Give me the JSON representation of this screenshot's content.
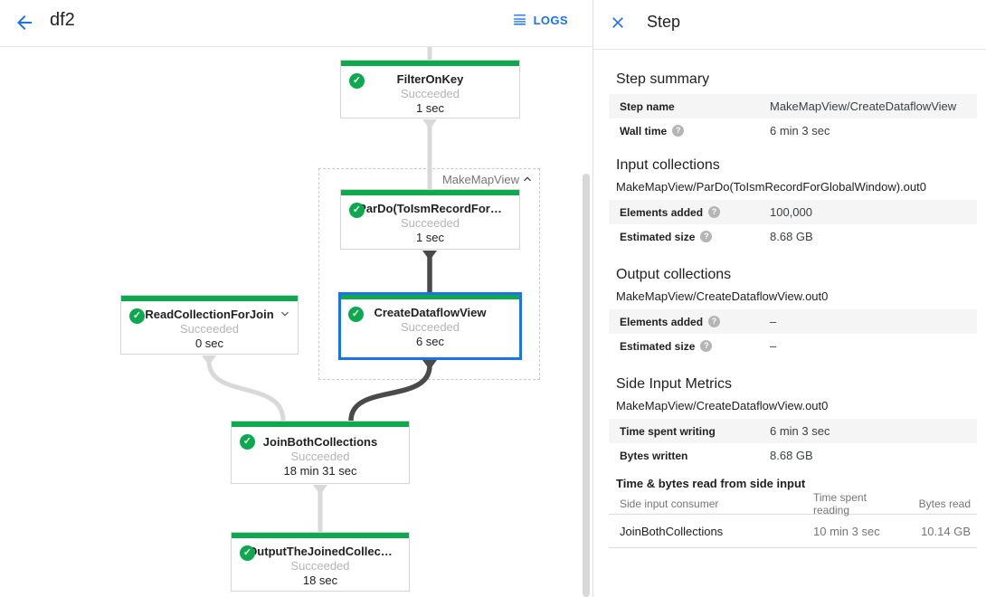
{
  "icons": {
    "check": "✓",
    "help": "?"
  },
  "colors": {
    "green": "#0ca94f",
    "blue": "#1a73e8",
    "light_edge": "#d9d9d9",
    "dark_edge": "#4a4a4a"
  },
  "header": {
    "title": "df2",
    "logs_label": "LOGS"
  },
  "graph": {
    "group_label": "MakeMapView",
    "nodes": [
      {
        "title": "FilterOnKey",
        "status": "Succeeded",
        "time": "1 sec"
      },
      {
        "title": "ParDo(ToIsmRecordFor…",
        "status": "Succeeded",
        "time": "1 sec"
      },
      {
        "title": "CreateDataflowView",
        "status": "Succeeded",
        "time": "6 sec"
      },
      {
        "title": "ReadCollectionForJoin",
        "status": "Succeeded",
        "time": "0 sec"
      },
      {
        "title": "JoinBothCollections",
        "status": "Succeeded",
        "time": "18 min 31 sec"
      },
      {
        "title": "OutputTheJoinedCollec…",
        "status": "Succeeded",
        "time": "18 sec"
      }
    ]
  },
  "panel": {
    "title": "Step",
    "step_summary": {
      "heading": "Step summary",
      "rows": [
        {
          "label": "Step name",
          "value": "MakeMapView/CreateDataflowView"
        },
        {
          "label": "Wall time",
          "value": "6 min 3 sec"
        }
      ]
    },
    "input_collections": {
      "heading": "Input collections",
      "name": "MakeMapView/ParDo(ToIsmRecordForGlobalWindow).out0",
      "rows": [
        {
          "label": "Elements added",
          "value": "100,000"
        },
        {
          "label": "Estimated size",
          "value": "8.68 GB"
        }
      ]
    },
    "output_collections": {
      "heading": "Output collections",
      "name": "MakeMapView/CreateDataflowView.out0",
      "rows": [
        {
          "label": "Elements added",
          "value": "–"
        },
        {
          "label": "Estimated size",
          "value": "–"
        }
      ]
    },
    "side_input_metrics": {
      "heading": "Side Input Metrics",
      "name": "MakeMapView/CreateDataflowView.out0",
      "rows": [
        {
          "label": "Time spent writing",
          "value": "6 min 3 sec"
        },
        {
          "label": "Bytes written",
          "value": "8.68 GB"
        }
      ]
    },
    "side_input_table": {
      "heading": "Time & bytes read from side input",
      "columns": [
        "Side input consumer",
        "Time spent reading",
        "Bytes read"
      ],
      "rows": [
        [
          "JoinBothCollections",
          "10 min 3 sec",
          "10.14 GB"
        ]
      ]
    }
  }
}
